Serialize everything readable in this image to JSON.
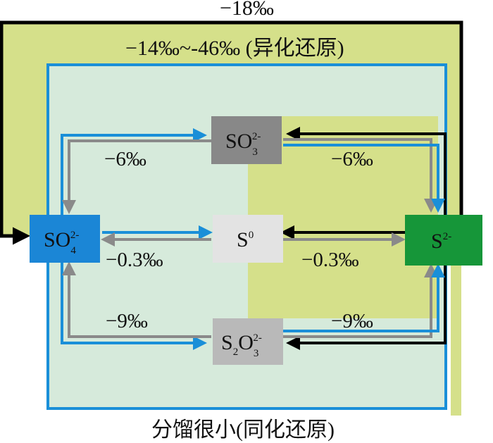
{
  "colors": {
    "outer_fill": "#d5e08a",
    "inner_fill": "#d6eadb",
    "blue": "#1a8fd8",
    "gray_arrow": "#8a8a8a",
    "black": "#000000",
    "so3_box": "#888888",
    "so4_box": "#1b86d6",
    "s0_box": "#e3e3e3",
    "s2_box": "#169639",
    "s2o3_box": "#b9b9b9"
  },
  "top_label": "−18‰",
  "heterotrophic_label": "−14‰~-46‰ (异化还原)",
  "bottom_label": "分馏很小(同化还原)",
  "nodes": {
    "so3": {
      "base": "SO",
      "sub": "3",
      "sup": "2-"
    },
    "so4": {
      "base": "SO",
      "sub": "4",
      "sup": "2-"
    },
    "s0": {
      "base": "S",
      "sup": "0"
    },
    "s2": {
      "base": "S",
      "sup": "2-"
    },
    "s2o3": {
      "base1": "S",
      "sub1": "2",
      "base2": "O",
      "sub2": "3",
      "sup": "2-"
    }
  },
  "fractionation": {
    "top_left": "−6‰",
    "top_right": "−6‰",
    "mid_left": "−0.3‰",
    "mid_right": "−0.3‰",
    "bottom_left": "−9‰",
    "bottom_right": "−9‰"
  }
}
